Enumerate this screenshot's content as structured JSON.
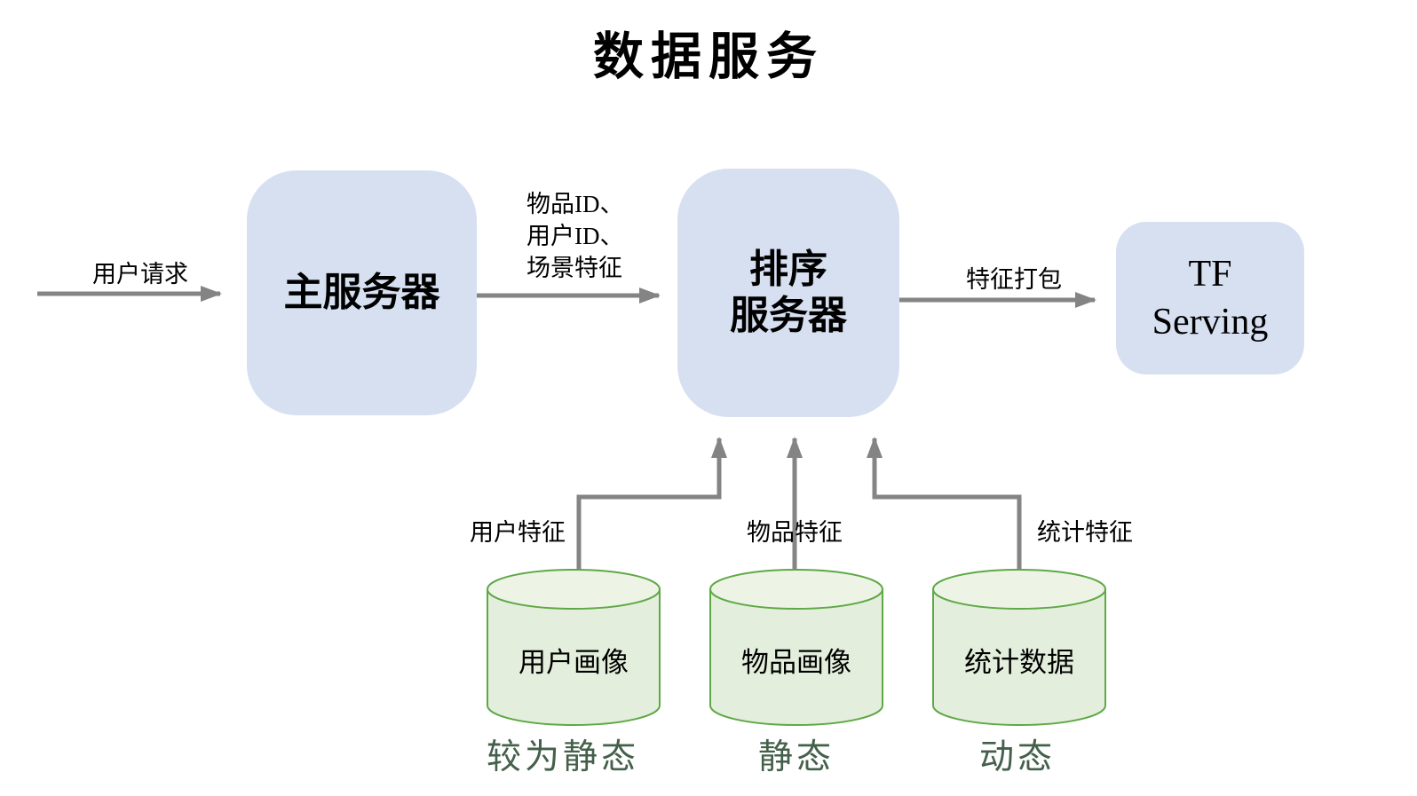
{
  "title": "数据服务",
  "colors": {
    "node_fill": "#d7e0f1",
    "db_body_fill": "#e3efdc",
    "db_top_fill": "#edf4e6",
    "db_stroke": "#5fa846",
    "arrow": "#848484",
    "caption_text": "#44604a",
    "label_text": "#111111"
  },
  "nodes": {
    "main_server": {
      "label": "主服务器"
    },
    "rank_server": {
      "label_line1": "排序",
      "label_line2": "服务器"
    },
    "tf_serving": {
      "label_line1": "TF",
      "label_line2": "Serving"
    }
  },
  "edges": {
    "user_request": {
      "label": "用户请求"
    },
    "ids_features": {
      "label_lines": [
        "物品ID、",
        "用户ID、",
        "场景特征"
      ]
    },
    "feature_pack": {
      "label": "特征打包"
    },
    "user_features": {
      "label": "用户特征"
    },
    "item_features": {
      "label": "物品特征"
    },
    "stat_features": {
      "label": "统计特征"
    }
  },
  "databases": [
    {
      "label": "用户画像",
      "caption": "较为静态"
    },
    {
      "label": "物品画像",
      "caption": "静态"
    },
    {
      "label": "统计数据",
      "caption": "动态"
    }
  ]
}
